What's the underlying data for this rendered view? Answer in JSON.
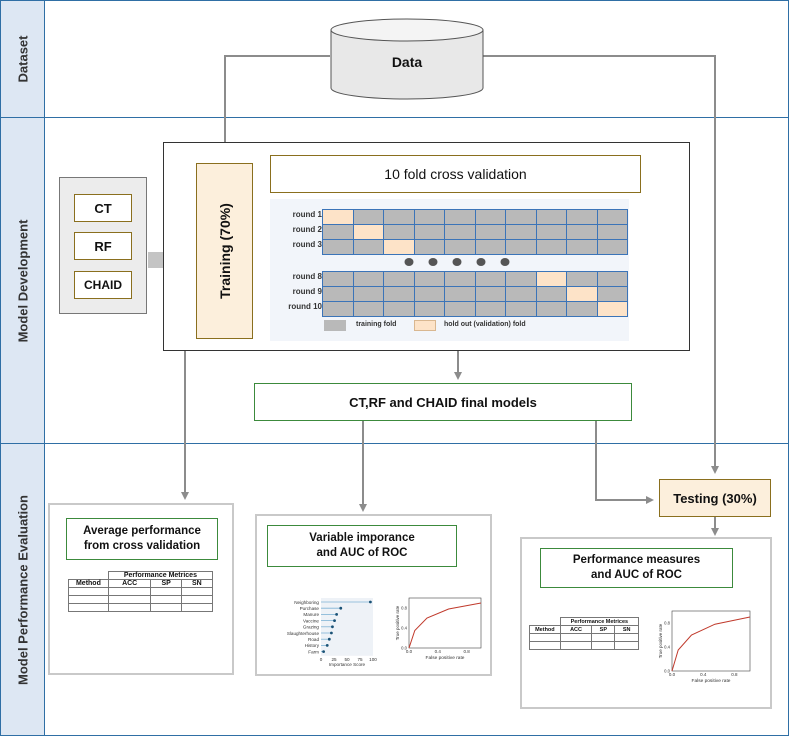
{
  "lanes": {
    "dataset": "Dataset",
    "model_development": "Model Development",
    "model_performance_evaluation": "Model Performance Evaluation"
  },
  "data_node": "Data",
  "models": [
    "CT",
    "RF",
    "CHAID"
  ],
  "training_label": "Training (70%)",
  "cross_validation": {
    "title": "10 fold cross validation",
    "rounds_top": [
      "round 1",
      "round 2",
      "round 3"
    ],
    "holdout_top": [
      1,
      2,
      3
    ],
    "rounds_bottom": [
      "round 8",
      "round 9",
      "round 10"
    ],
    "holdout_bottom": [
      8,
      9,
      10
    ],
    "legend_training": "training fold",
    "legend_holdout": "hold out (validation) fold"
  },
  "final_models": "CT,RF and CHAID final models",
  "testing_label": "Testing (30%)",
  "panel_cv": {
    "title_line1": "Average performance",
    "title_line2": "from cross validation",
    "table_header": "Performance Metrices",
    "columns": [
      "Method",
      "ACC",
      "SP",
      "SN"
    ]
  },
  "panel_vi": {
    "title_line1": "Variable imporance",
    "title_line2": "and AUC of ROC",
    "importance_vars": [
      "Neighboring",
      "Purchase",
      "Manure",
      "Vaccine",
      "Grazing",
      "Slaughterhouse",
      "Road",
      "History",
      "Farm"
    ],
    "importance_scores": [
      95,
      38,
      30,
      26,
      22,
      20,
      16,
      12,
      5
    ],
    "importance_ticks": [
      "0",
      "25",
      "50",
      "75",
      "100"
    ],
    "importance_xlabel": "Importance Score",
    "roc_xlabel": "False positive rate",
    "roc_ylabel": "True positive rate",
    "roc_xticks": [
      "0.0",
      "0.4",
      "0.8"
    ],
    "roc_yticks": [
      "0.0",
      "0.4",
      "0.8"
    ]
  },
  "panel_pm": {
    "title_line1": "Performance measures",
    "title_line2": "and AUC of ROC",
    "table_header": "Performance Metrices",
    "columns": [
      "Method",
      "ACC",
      "SP",
      "SN"
    ],
    "roc_xlabel": "False positive rate",
    "roc_ylabel": "True positive rate",
    "roc_xticks": [
      "0.0",
      "0.4",
      "0.8"
    ],
    "roc_yticks": [
      "0.0",
      "0.4",
      "0.8"
    ]
  },
  "colors": {
    "lane_border": "#2f6fa5",
    "lane_header": "#dde7f3",
    "gold_border": "#8a6f1e",
    "training_fill": "#fcefdc",
    "fold_grey": "#b9b9b9",
    "fold_holdout": "#fde3c8",
    "fold_border": "#3b74b8",
    "arrow": "#8c8c8c",
    "roc_line": "#c0392b"
  }
}
